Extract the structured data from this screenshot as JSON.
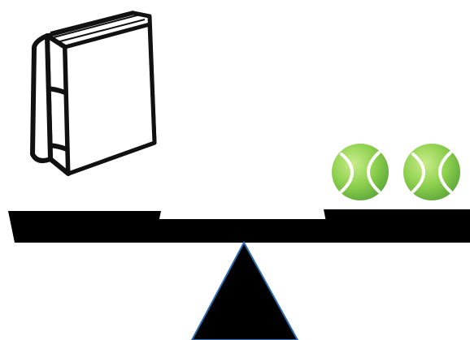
{
  "scene": {
    "background": "#ffffff",
    "objects": [
      {
        "name": "book-icon",
        "count": 1,
        "color": "#000000"
      },
      {
        "name": "tennis-ball-icon",
        "count": 2,
        "color": "#8fd14f"
      },
      {
        "name": "seesaw-beam",
        "count": 1,
        "color": "#000000"
      },
      {
        "name": "fulcrum-triangle",
        "count": 1,
        "color": "#000000",
        "outline": "#2f6fb7"
      }
    ]
  }
}
